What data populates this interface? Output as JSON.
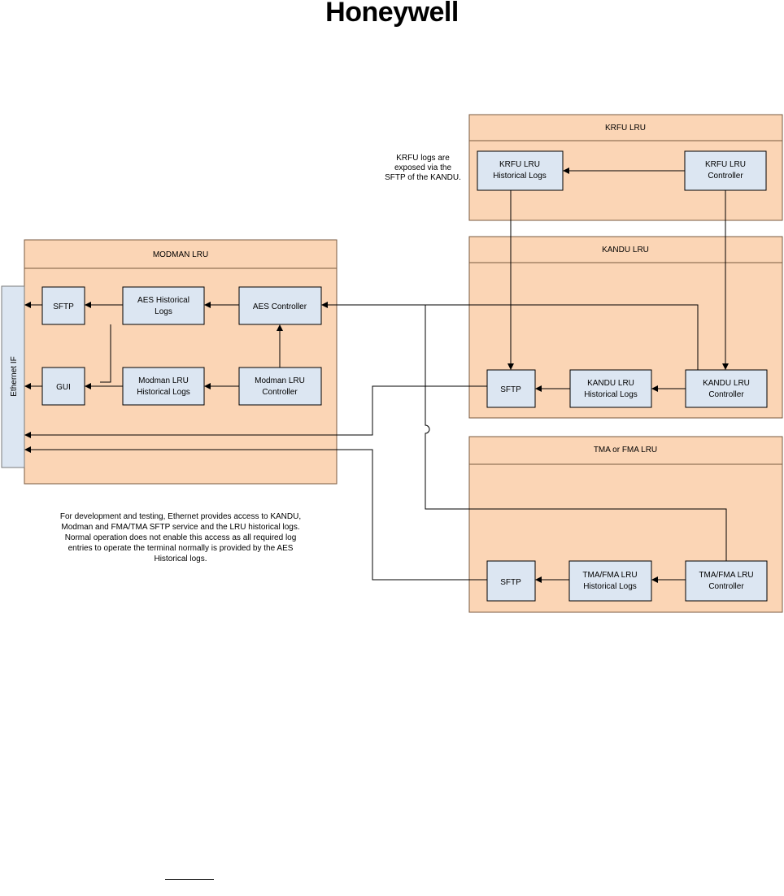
{
  "logo": "Honeywell",
  "lrus": {
    "krfu": "KRFU LRU",
    "modman": "MODMAN LRU",
    "kandu": "KANDU LRU",
    "tma": "TMA or FMA LRU"
  },
  "ethernet_if": "Ethernet IF",
  "boxes": {
    "krfu_logs": [
      "KRFU LRU",
      "Historical Logs"
    ],
    "krfu_controller": [
      "KRFU LRU",
      "Controller"
    ],
    "modman_sftp": [
      "SFTP"
    ],
    "aes_logs": [
      "AES Historical",
      "Logs"
    ],
    "aes_controller": [
      "AES Controller"
    ],
    "gui": [
      "GUI"
    ],
    "modman_logs": [
      "Modman LRU",
      "Historical Logs"
    ],
    "modman_controller": [
      "Modman LRU",
      "Controller"
    ],
    "kandu_sftp": [
      "SFTP"
    ],
    "kandu_logs": [
      "KANDU LRU",
      "Historical Logs"
    ],
    "kandu_controller": [
      "KANDU LRU",
      "Controller"
    ],
    "tma_sftp": [
      "SFTP"
    ],
    "tma_logs": [
      "TMA/FMA LRU",
      "Historical Logs"
    ],
    "tma_controller": [
      "TMA/FMA LRU",
      "Controller"
    ]
  },
  "notes": {
    "krfu_note": [
      "KRFU logs are",
      "exposed via the",
      "SFTP of the KANDU."
    ],
    "dev_note": [
      "For development and testing, Ethernet provides access to KANDU,",
      "Modman and FMA/TMA SFTP service and the LRU historical logs.",
      "Normal operation does not enable this access as all required log",
      "entries to operate the terminal normally is provided by the AES",
      "Historical logs."
    ]
  }
}
